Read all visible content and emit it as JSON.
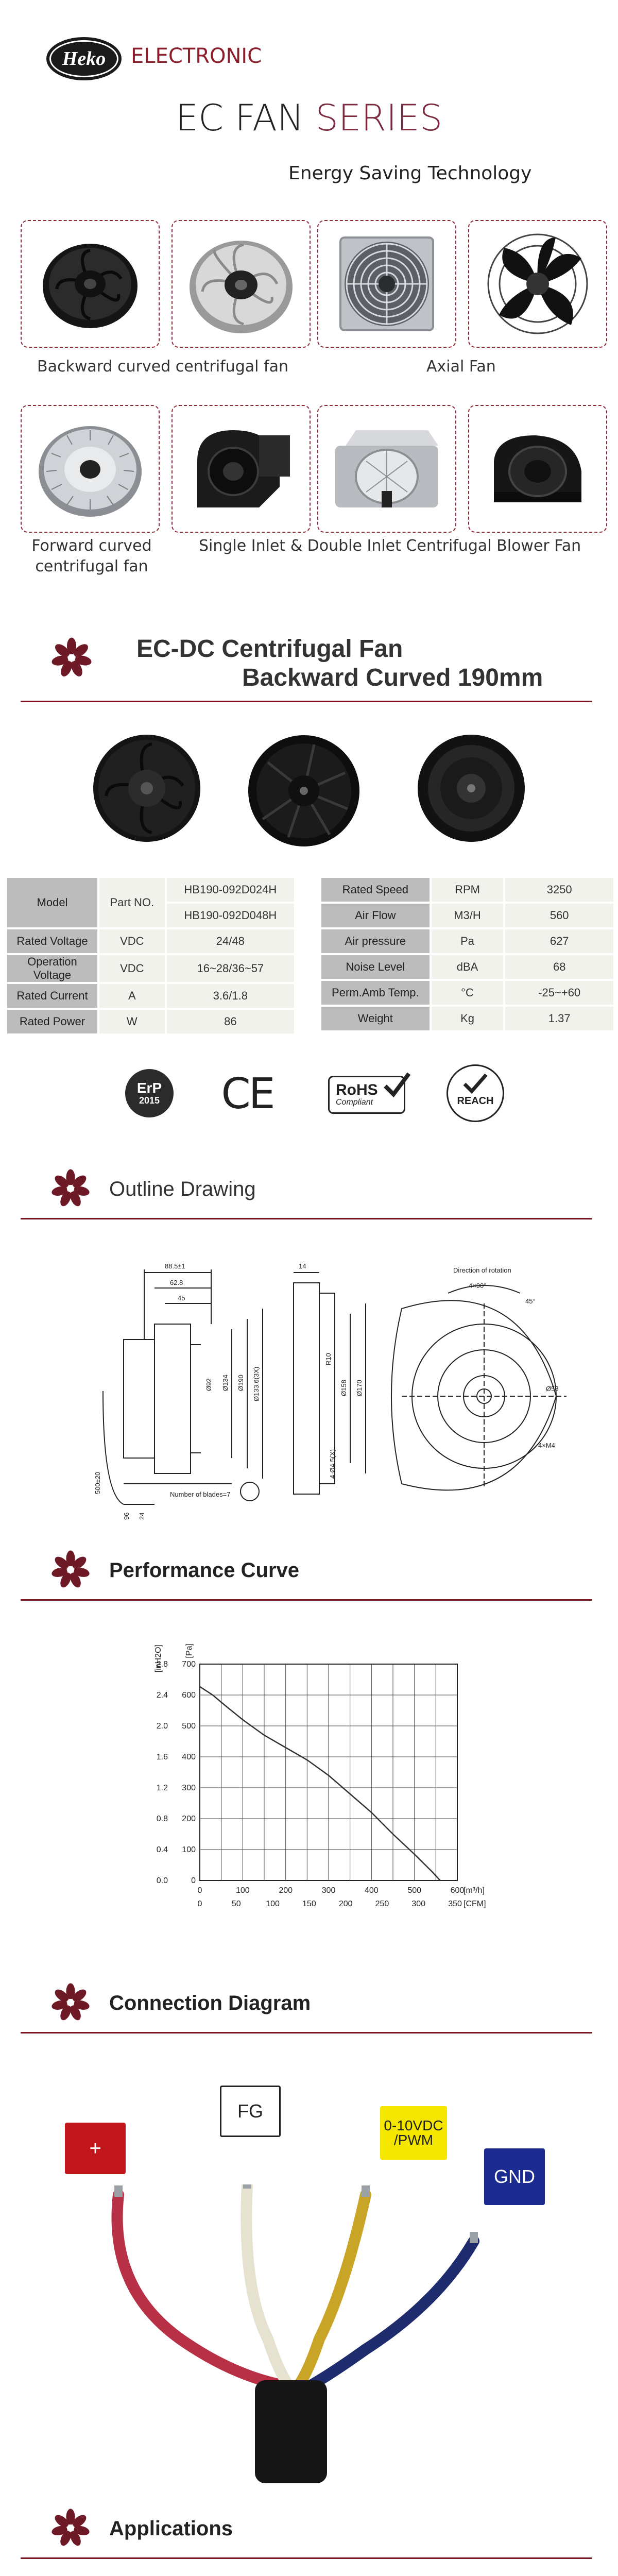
{
  "header": {
    "logo_text": "Heko",
    "brand": "ELECTRONIC",
    "title_part1": "EC FAN ",
    "title_part2": "SERIES",
    "tagline": "Energy Saving Technology"
  },
  "categories": {
    "backward": "Backward curved centrifugal fan",
    "axial": "Axial Fan",
    "forward_line1": "Forward curved",
    "forward_line2": "centrifugal fan",
    "blower": "Single Inlet & Double Inlet Centrifugal Blower Fan"
  },
  "product": {
    "title_line1": "EC-DC Centrifugal Fan",
    "title_line2": "Backward Curved 190mm"
  },
  "spec_left": {
    "model_label": "Model",
    "partno_label": "Part NO.",
    "part_numbers": [
      "HB190-092D024H",
      "HB190-092D048H"
    ],
    "rows": [
      {
        "label": "Rated Voltage",
        "unit": "VDC",
        "value": "24/48"
      },
      {
        "label": "Operation Voltage",
        "unit": "VDC",
        "value": "16~28/36~57"
      },
      {
        "label": "Rated Current",
        "unit": "A",
        "value": "3.6/1.8"
      },
      {
        "label": "Rated Power",
        "unit": "W",
        "value": "86"
      }
    ]
  },
  "spec_right": {
    "rows": [
      {
        "label": "Rated Speed",
        "unit": "RPM",
        "value": "3250"
      },
      {
        "label": "Air Flow",
        "unit": "M3/H",
        "value": "560"
      },
      {
        "label": "Air pressure",
        "unit": "Pa",
        "value": "627"
      },
      {
        "label": "Noise Level",
        "unit": "dBA",
        "value": "68"
      },
      {
        "label": "Perm.Amb Temp.",
        "unit": "°C",
        "value": "-25~+60"
      },
      {
        "label": "Weight",
        "unit": "Kg",
        "value": "1.37"
      }
    ]
  },
  "certs": {
    "erp": "ErP",
    "erp_year": "2015",
    "ce": "CE",
    "rohs": "RoHS",
    "rohs_sub": "Compliant",
    "reach": "REACH"
  },
  "sections": {
    "outline": "Outline Drawing",
    "performance": "Performance Curve",
    "connection": "Connection Diagram",
    "applications": "Applications"
  },
  "drawing": {
    "dims_top": [
      "88.5±1",
      "62.8",
      "45"
    ],
    "dim_14": "14",
    "dims_mid": [
      "Ø92",
      "Ø134",
      "Ø190"
    ],
    "dims_side": [
      "R10",
      "Ø158",
      "Ø170"
    ],
    "dim_hole": "Ø133.6(3X)",
    "dim_cable": "4-Ø4.5(X)",
    "dim_len": "500±20",
    "dims_bottom": [
      "96",
      "24"
    ],
    "blades": "Number of blades=7",
    "rotation": "Direction of rotation",
    "angle1": "4×90°",
    "angle2": "45°",
    "dia_right": "Ø58",
    "holes_right": "4×M4"
  },
  "chart_data": {
    "type": "line",
    "title": "",
    "xlabel": "[m³/h]",
    "xlabel2": "[CFM]",
    "ylabel": "[Pa]",
    "ylabel2": "[inH2O]",
    "x_ticks": [
      "0",
      "100",
      "200",
      "300",
      "400",
      "500",
      "600"
    ],
    "x_ticks_cfm": [
      "0",
      "50",
      "100",
      "150",
      "200",
      "250",
      "300",
      "350"
    ],
    "y_ticks": [
      "0",
      "100",
      "200",
      "300",
      "400",
      "500",
      "600",
      "700"
    ],
    "y_ticks_inh2o": [
      "0.0",
      "0.4",
      "0.8",
      "1.2",
      "1.6",
      "2.0",
      "2.4",
      "2.8"
    ],
    "xlim": [
      0,
      600
    ],
    "ylim": [
      0,
      700
    ],
    "grid": true,
    "series": [
      {
        "x": [
          0,
          30,
          60,
          100,
          150,
          200,
          250,
          300,
          350,
          400,
          450,
          500,
          540,
          560
        ],
        "y": [
          627,
          600,
          565,
          520,
          470,
          430,
          390,
          340,
          280,
          220,
          150,
          85,
          30,
          0
        ]
      }
    ]
  },
  "connection": {
    "plus": "+",
    "fg": "FG",
    "ctrl": "0-10VDC\n/PWM",
    "gnd": "GND"
  },
  "colors": {
    "accent": "#7a1523",
    "plus": "#c0161c",
    "gnd": "#1b2b8f",
    "ctrl": "#f5e600",
    "wire_red": "#b83046",
    "wire_white": "#e6e2d0",
    "wire_yellow": "#c9a527",
    "wire_blue": "#1e2c6e"
  },
  "icons": {
    "section": "fan-icon"
  }
}
